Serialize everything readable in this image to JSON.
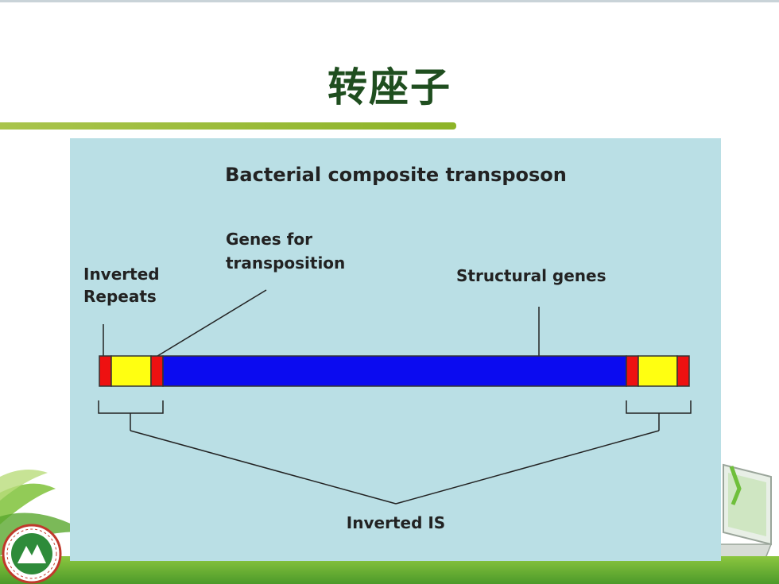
{
  "slide": {
    "title": "转座子"
  },
  "diagram": {
    "heading": "Bacterial composite transposon",
    "labels": {
      "genes_for_line1": "Genes for",
      "genes_for_line2": "transposition",
      "inverted_line1": "Inverted",
      "inverted_line2": "Repeats",
      "structural_genes": "Structural genes",
      "inverted_is": "Inverted IS"
    },
    "colors": {
      "panel_bg": "#badfe5",
      "repeat_red": "#ee1111",
      "transposase_yellow": "#ffff11",
      "structural_blue": "#0b0bf0",
      "title_green": "#1f4e1f",
      "accent_green": "#8db428"
    }
  },
  "icons": {
    "logo": "university-seal-icon",
    "corner_left": "green-swoosh-decoration",
    "corner_right": "laptop-decoration"
  }
}
